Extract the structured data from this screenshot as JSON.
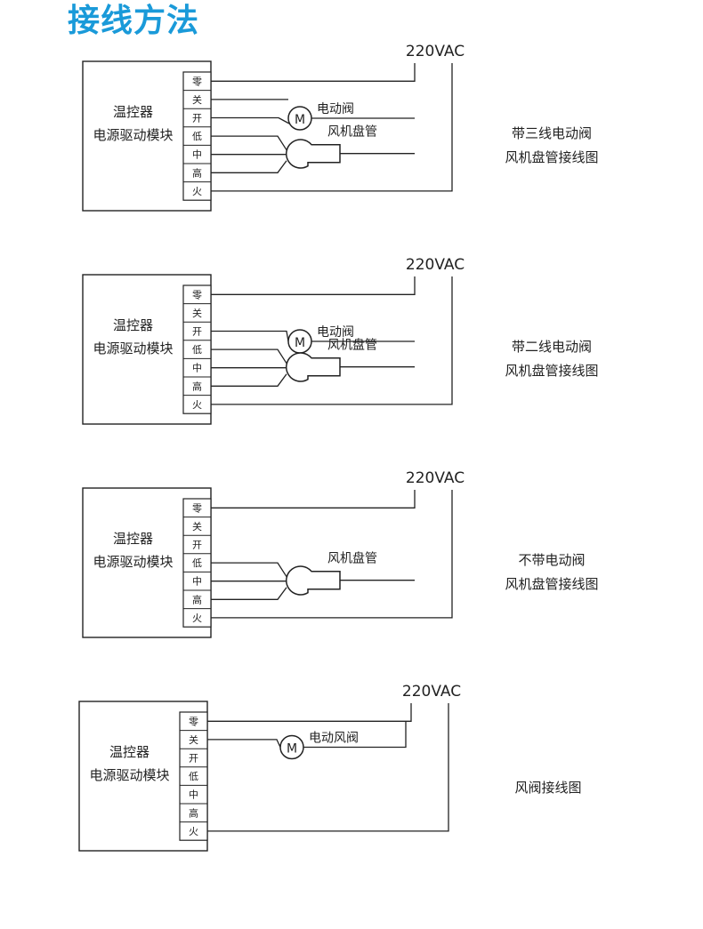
{
  "page": {
    "title": "接线方法"
  },
  "diagrams": [
    {
      "voltage": "220VAC",
      "module_line1": "温控器",
      "module_line2": "电源驱动模块",
      "terminals": [
        "零",
        "关",
        "开",
        "低",
        "中",
        "高",
        "火"
      ],
      "devices": {
        "motor_symbol": "M",
        "valve_label": "电动阀",
        "fan_label": "风机盘管"
      },
      "caption_line1": "带三线电动阀",
      "caption_line2": "风机盘管接线图"
    },
    {
      "voltage": "220VAC",
      "module_line1": "温控器",
      "module_line2": "电源驱动模块",
      "terminals": [
        "零",
        "关",
        "开",
        "低",
        "中",
        "高",
        "火"
      ],
      "devices": {
        "motor_symbol": "M",
        "valve_label": "电动阀",
        "fan_label": "风机盘管"
      },
      "caption_line1": "带二线电动阀",
      "caption_line2": "风机盘管接线图"
    },
    {
      "voltage": "220VAC",
      "module_line1": "温控器",
      "module_line2": "电源驱动模块",
      "terminals": [
        "零",
        "关",
        "开",
        "低",
        "中",
        "高",
        "火"
      ],
      "devices": {
        "fan_label": "风机盘管"
      },
      "caption_line1": "不带电动阀",
      "caption_line2": "风机盘管接线图"
    },
    {
      "voltage": "220VAC",
      "module_line1": "温控器",
      "module_line2": "电源驱动模块",
      "terminals": [
        "零",
        "关",
        "开",
        "低",
        "中",
        "高",
        "火"
      ],
      "devices": {
        "motor_symbol": "M",
        "valve_label": "电动风阀"
      },
      "caption_line1": "风阀接线图"
    }
  ]
}
